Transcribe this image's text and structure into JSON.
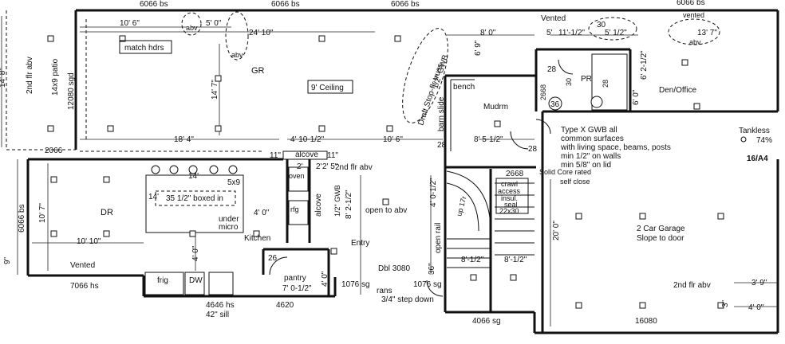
{
  "rooms": {
    "gr": "GR",
    "dr": "DR",
    "kitchen": "Kitchen",
    "mudrm": "Mudrm",
    "den_office": "Den/Office",
    "garage_1": "2 Car Garage",
    "garage_2": "Slope to door",
    "entry": "Entry",
    "pantry": "pantry",
    "pr": "PR",
    "alcove_1": "alcove",
    "alcove_2": "alcove",
    "bench": "bench",
    "oven": "oven",
    "frig": "frig",
    "dw": "DW",
    "under_micro_1": "under",
    "under_micro_2": "micro"
  },
  "notes": {
    "match_hdrs": "match hdrs",
    "ceiling": "9' Ceiling",
    "patio_1": "14x9 patio",
    "patio_2": "2nd flr abv",
    "sgd": "12080 sgd",
    "draft_stop_1": "Draft Stop-flr truss",
    "draft_stop_2": "1/2\" GWB",
    "barn_slide": "barn slide",
    "type_x_1": "Type X GWB all",
    "type_x_2": "common surfaces",
    "type_x_3": "with living space, beams, posts",
    "type_x_4": "min 1/2\" on walls",
    "type_x_5": "min 5/8\" on lid",
    "tankless": "Tankless",
    "tankless_pct": "74%",
    "ref_16a4": "16/A4",
    "solid_core_1": "Solid Core rated",
    "solid_core_2": "self close",
    "crawl_1": "crawl",
    "crawl_2": "access",
    "crawl_3": "insul.",
    "crawl_4": "seal",
    "crawl_5": "22x30",
    "open_to_abv": "open to abv",
    "second_flr_abv_1": "2nd flr abv",
    "second_flr_abv_2": "2nd flr abv",
    "vented_1": "Vented",
    "vented_2": "Vented",
    "vented_3": "vented",
    "abv_1": "abv",
    "abv_2": "abv",
    "abv_3": "abv",
    "open_rail": "open rail",
    "ransom": "rans",
    "step_down": "3/4\" step down",
    "boxed_in": "35 1/2\" boxed in",
    "sill": "42\" sill",
    "gwb": "1/2\" GWB",
    "size_5x9": "5x9",
    "up_label": "up 17r",
    "dbl": "Dbl 3080",
    "rfg": "rfg"
  },
  "windows": {
    "w_top_1": "6066 bs",
    "w_top_2": "6066 bs",
    "w_top_3": "6066 bs",
    "w_top_4": "6066 bs",
    "w_2066": "2066",
    "w_6066bs": "6066 bs",
    "w_7066hs": "7066 hs",
    "w_4646hs": "4646 hs",
    "w_4620": "4620",
    "w_1076sg_1": "1076 sg",
    "w_1076sg_2": "1076 sg",
    "w_4066sg": "4066 sg",
    "w_16080": "16080",
    "w_2668": "2668",
    "w_2668b": "2668"
  },
  "dimensions": {
    "d_10_6": "10' 6\"",
    "d_5_0_a": "5' 0\"",
    "d_24_10": "24' 10\"",
    "d_6_9": "6' 9\"",
    "d_8_0": "8' 0\"",
    "d_5_a": "5'",
    "d_11_1_2": "11'-1/2\"",
    "d_30": "30",
    "d_5_1_2": "5' 1/2\"",
    "d_13_7": "13' 7\"",
    "d_14_8": "14' 8\"",
    "d_14_7": "14' 7\"",
    "d_18_4": "18' 4\"",
    "d_4_10_1_2": "4' 10-1/2\"",
    "d_10_6_b": "10' 6\"",
    "d_8_5_1_2": "8' 5-1/2\"",
    "d_6_0": "6' 0\"",
    "d_6_2_1_2": "6' 2-1/2\"",
    "d_28_a": "28",
    "d_28_b": "28",
    "d_28_c": "28",
    "d_28_d": "28",
    "d_30_b": "30",
    "d_36": "36",
    "d_10_7": "10' 7\"",
    "d_10_10": "10' 10\"",
    "d_14_a": "14'",
    "d_14_b": "14'",
    "d_11_a": "11\"",
    "d_11_b": "11\"",
    "d_2_a": "2'",
    "d_2_b": "2'",
    "d_2_5": "2' 5\"",
    "d_4_0_a": "4' 0\"",
    "d_4_0_b": "4' 0\"",
    "d_4_0_c": "4' 0\"",
    "d_4_0_d": "4' 0\"",
    "d_8_2_1_2": "8' 2-1/2\"",
    "d_4_0_1_2": "4' 0-1/2\"",
    "d_7_0_1_2": "7' 0-1/2\"",
    "d_26": "26",
    "d_20_0": "20' 0\"",
    "d_3_9": "3' 9\"",
    "d_8_1_2_a": "8'-1/2\"",
    "d_8_1_2_b": "8'-1/2\"",
    "d_36_b": "36\"",
    "d_9": "9\"",
    "d_3": "3\""
  }
}
